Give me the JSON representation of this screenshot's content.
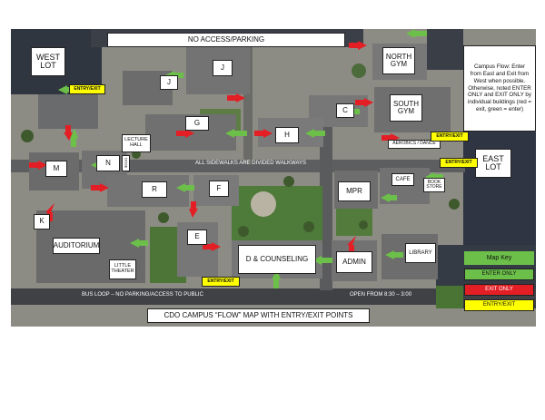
{
  "colors": {
    "ground": "#8c8c84",
    "roof": "#6f7070",
    "lawn": "#4f7a3a",
    "enter": "#6cc04a",
    "exit": "#e31e24",
    "entry_exit": "#ffff00",
    "parking": "#2f3542"
  },
  "banner": {
    "no_access": "NO ACCESS/PARKING",
    "title": "CDO CAMPUS “FLOW” MAP WITH ENTRY/EXIT POINTS"
  },
  "lots": {
    "west": "WEST LOT",
    "east": "EAST LOT"
  },
  "flow_note": "Campus Flow: Enter from East and Exit from West when possible. Otherwise, noted ENTER ONLY and EXIT ONLY by individual buildings (red = exit, green = enter)",
  "buildings": {
    "j_north": "J",
    "j_small": "J",
    "north_gym": "NORTH GYM",
    "south_gym": "SOUTH GYM",
    "c": "C",
    "g": "G",
    "h": "H",
    "lecture_hall": "LECTURE HALL",
    "m": "M",
    "n": "N",
    "dose": "DOSE",
    "r": "R",
    "f": "F",
    "mpr": "MPR",
    "cafe": "CAFE",
    "book_store": "BOOK STORE",
    "k": "K",
    "auditorium": "AUDITORIUM",
    "little_theater": "LITTLE THEATER",
    "e": "E",
    "d_counseling": "D & COUNSELING",
    "admin": "ADMIN",
    "library": "LIBRARY",
    "aerobics": "AEROBICS / DANCE"
  },
  "entry_exit_tags": {
    "west_lot": "ENTRY/EXIT",
    "south_gym": "ENTRY/EXIT",
    "east_lot": "ENTRY/EXIT",
    "e_building": "ENTRY/EXIT"
  },
  "roads": {
    "sidewalks": "ALL SIDEWALKS ARE DIVIDED WALKWAYS",
    "bus_loop": "BUS LOOP – NO PARKING/ACCESS TO PUBLIC",
    "open_hours": "OPEN FROM 8:30 – 3:00"
  },
  "legend": {
    "title": "Map Key",
    "enter": "ENTER ONLY",
    "exit": "EXIT ONLY",
    "entry_exit": "ENTRY/EXIT"
  }
}
